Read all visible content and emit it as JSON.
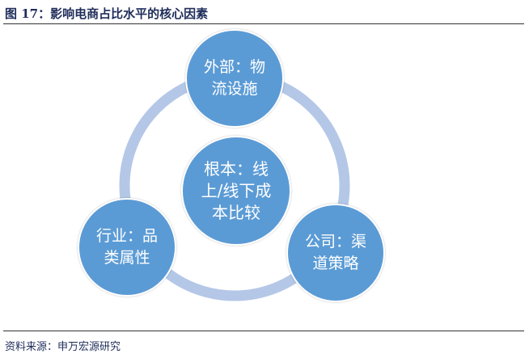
{
  "title": "图 17：影响电商占比水平的核心因素",
  "source": "资料来源：申万宏源研究",
  "nodes": {
    "center": "根本：线上/线下成本比较",
    "top": "外部：物流设施",
    "left": "行业：品类属性",
    "right": "公司：渠道策略"
  },
  "colors": {
    "node": "#5b9bd5",
    "ring": "#b4c7e7"
  }
}
